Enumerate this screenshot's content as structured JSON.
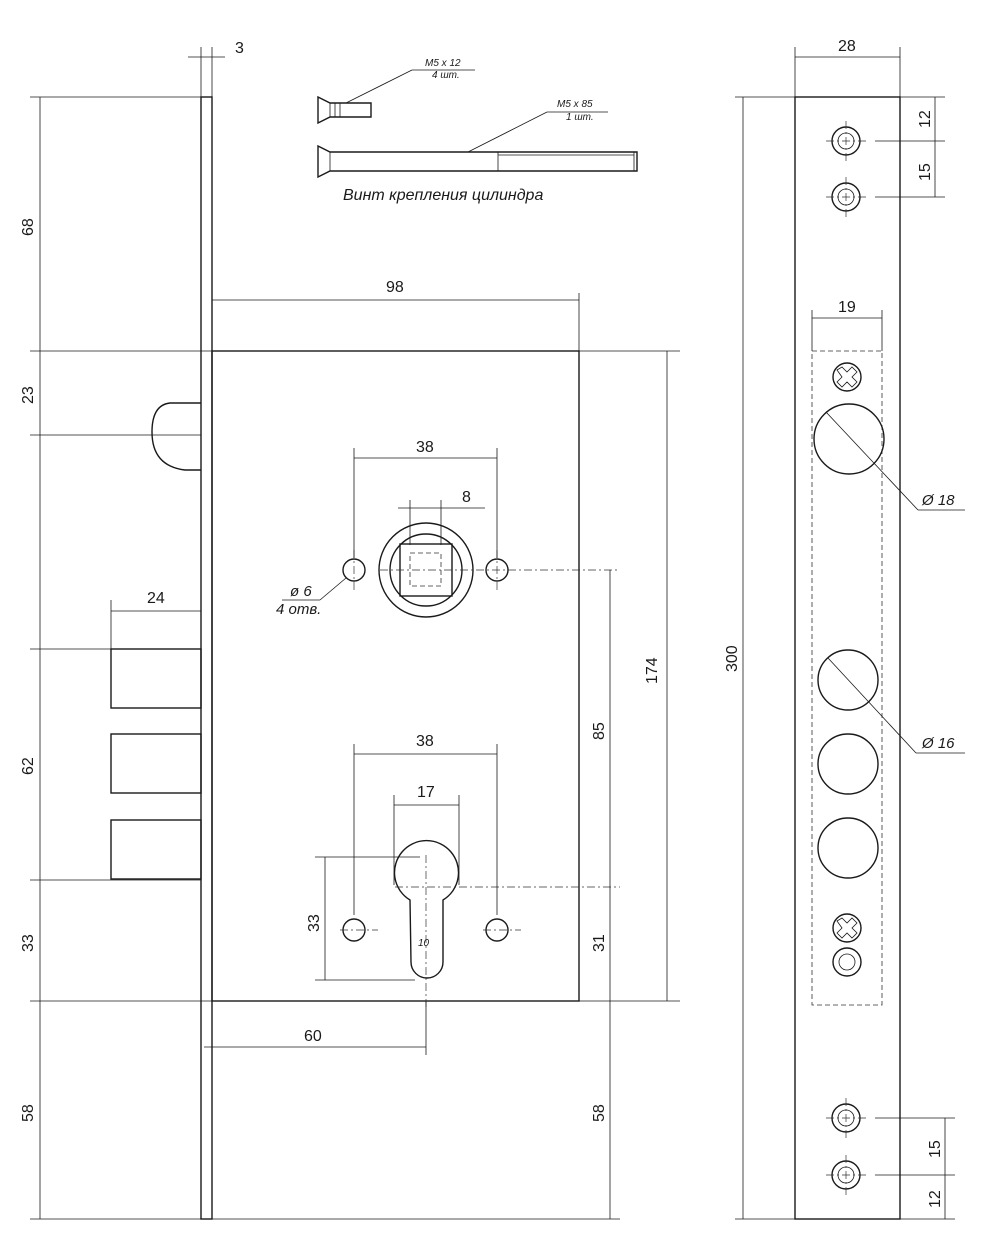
{
  "screws": {
    "short_size": "M5 x 12",
    "short_qty": "4 шт.",
    "long_size": "M5 x 85",
    "long_qty": "1 шт.",
    "caption": "Винт крепления цилиндра"
  },
  "dims": {
    "faceplate_thickness": "3",
    "top_to_body": "68",
    "latch_offset": "23",
    "body_width": "98",
    "spindle_holes_spacing": "38",
    "spindle_square": "8",
    "hole_diameter": "ø 6",
    "hole_count": "4 отв.",
    "bolt_projection": "24",
    "bolts_span": "62",
    "bolts_to_bottom": "33",
    "body_height": "174",
    "spindle_to_cylinder": "85",
    "cyl_holes_spacing": "38",
    "cyl_width": "17",
    "cyl_hole_vertical": "33",
    "cyl_slot": "10",
    "cyl_to_body_bottom": "31",
    "backset": "60",
    "bottom_left": "58",
    "bottom_right": "58",
    "strike_width": "28",
    "strike_top_1": "12",
    "strike_top_2": "15",
    "strike_window": "19",
    "strike_hole_large": "Ø 18",
    "strike_height": "300",
    "strike_hole_small": "Ø 16",
    "strike_bottom_1": "15",
    "strike_bottom_2": "12"
  }
}
